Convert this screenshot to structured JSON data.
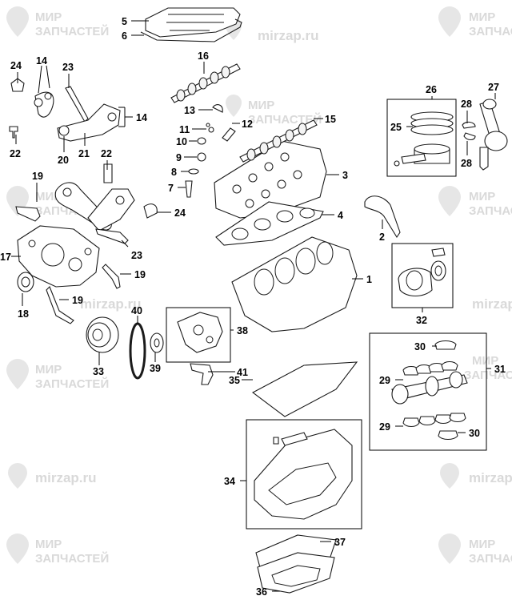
{
  "watermark": {
    "line1": "МИР",
    "line2": "ЗАПЧАСТЕЙ",
    "site": "mirzap.ru",
    "color": "#d9d9d9"
  },
  "callouts": [
    {
      "id": "c5",
      "label": "5"
    },
    {
      "id": "c6",
      "label": "6"
    },
    {
      "id": "c16",
      "label": "16"
    },
    {
      "id": "c24a",
      "label": "24"
    },
    {
      "id": "c14a",
      "label": "14"
    },
    {
      "id": "c23a",
      "label": "23"
    },
    {
      "id": "c14b",
      "label": "14"
    },
    {
      "id": "c22a",
      "label": "22"
    },
    {
      "id": "c20",
      "label": "20"
    },
    {
      "id": "c21",
      "label": "21"
    },
    {
      "id": "c22b",
      "label": "22"
    },
    {
      "id": "c13",
      "label": "13"
    },
    {
      "id": "c11",
      "label": "11"
    },
    {
      "id": "c12",
      "label": "12"
    },
    {
      "id": "c15",
      "label": "15"
    },
    {
      "id": "c10",
      "label": "10"
    },
    {
      "id": "c9",
      "label": "9"
    },
    {
      "id": "c8",
      "label": "8"
    },
    {
      "id": "c7",
      "label": "7"
    },
    {
      "id": "c3",
      "label": "3"
    },
    {
      "id": "c4",
      "label": "4"
    },
    {
      "id": "c19a",
      "label": "19"
    },
    {
      "id": "c24b",
      "label": "24"
    },
    {
      "id": "c17",
      "label": "17"
    },
    {
      "id": "c23b",
      "label": "23"
    },
    {
      "id": "c19b",
      "label": "19"
    },
    {
      "id": "c18",
      "label": "18"
    },
    {
      "id": "c19c",
      "label": "19"
    },
    {
      "id": "c26",
      "label": "26"
    },
    {
      "id": "c25",
      "label": "25"
    },
    {
      "id": "c27",
      "label": "27"
    },
    {
      "id": "c28a",
      "label": "28"
    },
    {
      "id": "c28b",
      "label": "28"
    },
    {
      "id": "c2",
      "label": "2"
    },
    {
      "id": "c1",
      "label": "1"
    },
    {
      "id": "c32",
      "label": "32"
    },
    {
      "id": "c40",
      "label": "40"
    },
    {
      "id": "c38",
      "label": "38"
    },
    {
      "id": "c33",
      "label": "33"
    },
    {
      "id": "c39",
      "label": "39"
    },
    {
      "id": "c41",
      "label": "41"
    },
    {
      "id": "c35",
      "label": "35"
    },
    {
      "id": "c30a",
      "label": "30"
    },
    {
      "id": "c29a",
      "label": "29"
    },
    {
      "id": "c31",
      "label": "31"
    },
    {
      "id": "c29b",
      "label": "29"
    },
    {
      "id": "c30b",
      "label": "30"
    },
    {
      "id": "c34",
      "label": "34"
    },
    {
      "id": "c37",
      "label": "37"
    },
    {
      "id": "c36",
      "label": "36"
    }
  ]
}
